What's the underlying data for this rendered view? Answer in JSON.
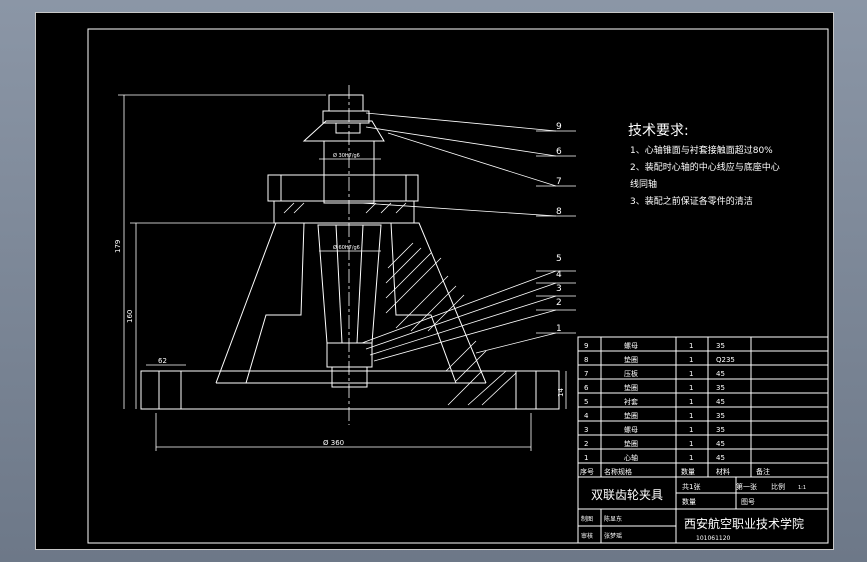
{
  "tech": {
    "title": "技术要求:",
    "line1": "1、心轴锥面与衬套接触面超过80%",
    "line2": "2、装配时心轴的中心线应与底座中心",
    "line3": "线同轴",
    "line4": "3、装配之前保证各零件的清洁"
  },
  "dims": {
    "total_height": "179",
    "base_height": "160",
    "small_width": "62",
    "base_thickness": "14",
    "base_diameter": "Ø 360",
    "fit1": "Ø 30H7/g6",
    "fit2": "Ø 60H7/g6"
  },
  "balloons": [
    "9",
    "6",
    "7",
    "8",
    "5",
    "4",
    "3",
    "2",
    "1"
  ],
  "bom": {
    "rows": [
      {
        "no": "9",
        "name": "螺母",
        "qty": "1",
        "mat": "35"
      },
      {
        "no": "8",
        "name": "垫圈",
        "qty": "1",
        "mat": "Q235"
      },
      {
        "no": "7",
        "name": "压板",
        "qty": "1",
        "mat": "45"
      },
      {
        "no": "6",
        "name": "垫圈",
        "qty": "1",
        "mat": "35"
      },
      {
        "no": "5",
        "name": "衬套",
        "qty": "1",
        "mat": "45"
      },
      {
        "no": "4",
        "name": "垫圈",
        "qty": "1",
        "mat": "35"
      },
      {
        "no": "3",
        "name": "螺母",
        "qty": "1",
        "mat": "35"
      },
      {
        "no": "2",
        "name": "垫圈",
        "qty": "1",
        "mat": "45"
      },
      {
        "no": "1",
        "name": "心轴",
        "qty": "1",
        "mat": "45"
      }
    ],
    "header": {
      "no": "序号",
      "name": "名称规格",
      "qty": "数量",
      "mat": "材料",
      "note": "备注"
    }
  },
  "title_block": {
    "drawing_name": "双联齿轮夹具",
    "sheets": "共1张",
    "sheet_no": "第一张",
    "scale_label": "比例",
    "scale": "1:1",
    "qty_label": "数量",
    "drawing_no_label": "图号",
    "drawn_by": "制图",
    "drawer": "陈显东",
    "checked_by": "审核",
    "checker": "张梦瑶",
    "school": "西安航空职业技术学院",
    "code": "101061120"
  }
}
